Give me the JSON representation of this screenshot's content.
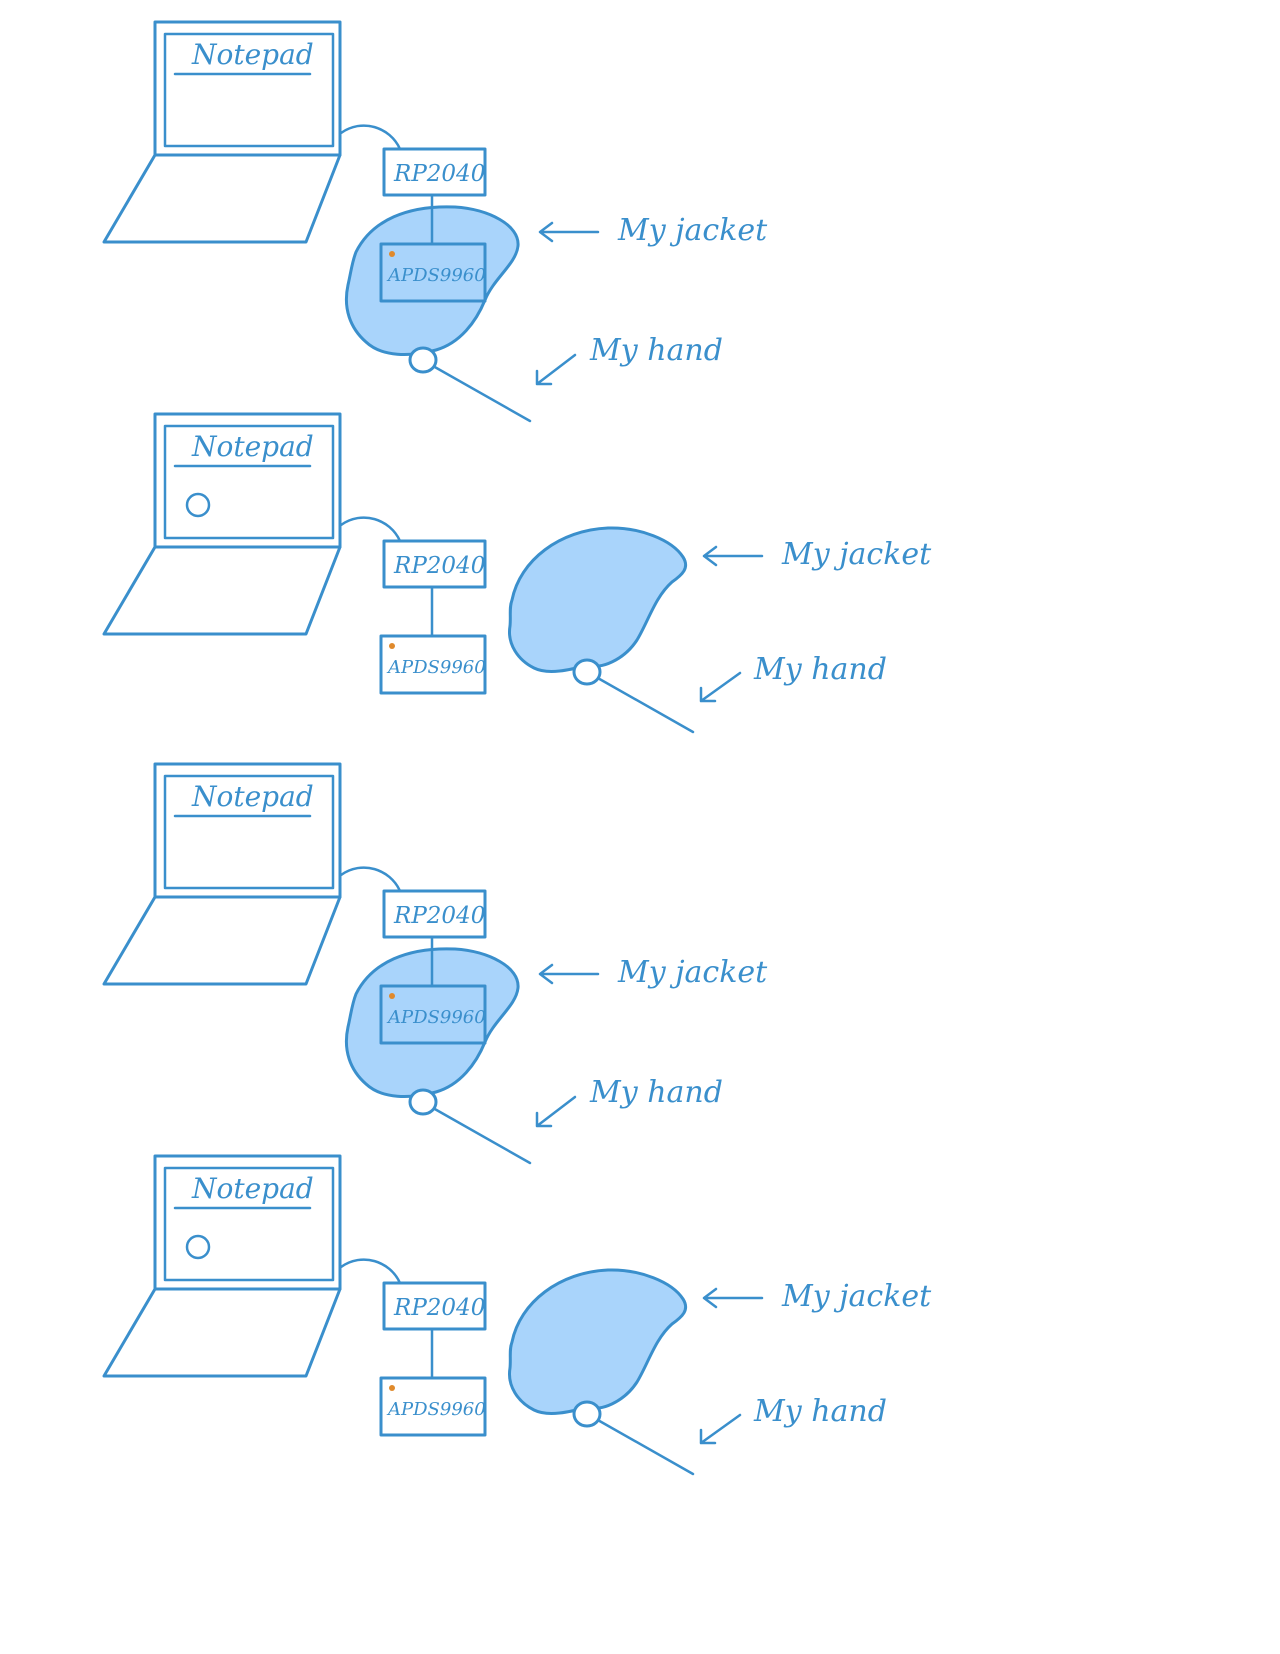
{
  "panels": [
    {
      "laptop_label": "Notepad",
      "screen_circle": false,
      "sensor_on_jacket": true,
      "controller_label": "RP2040",
      "sensor_label": "APDS9960",
      "jacket_label": "My jacket",
      "hand_label": "My hand"
    },
    {
      "laptop_label": "Notepad",
      "screen_circle": true,
      "sensor_on_jacket": false,
      "controller_label": "RP2040",
      "sensor_label": "APDS9960",
      "jacket_label": "My jacket",
      "hand_label": "My hand"
    },
    {
      "laptop_label": "Notepad",
      "screen_circle": false,
      "sensor_on_jacket": true,
      "controller_label": "RP2040",
      "sensor_label": "APDS9960",
      "jacket_label": "My jacket",
      "hand_label": "My hand"
    },
    {
      "laptop_label": "Notepad",
      "screen_circle": true,
      "sensor_on_jacket": false,
      "controller_label": "RP2040",
      "sensor_label": "APDS9960",
      "jacket_label": "My jacket",
      "hand_label": "My hand"
    }
  ],
  "colors": {
    "line": "#3a8fcc",
    "jacket_fill": "#a9d4fb",
    "sensor_led": "#e08a2c",
    "background": "#ffffff"
  }
}
